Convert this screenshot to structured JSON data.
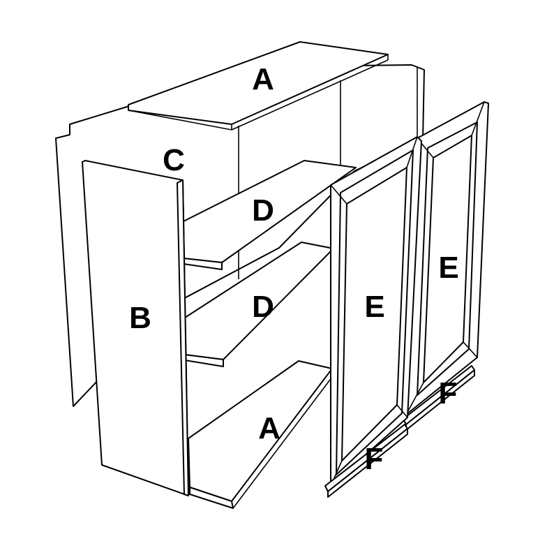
{
  "labels": {
    "top_panel": "A",
    "bottom_panel": "A",
    "side_panel": "B",
    "back_panel": "C",
    "upper_shelf": "D",
    "lower_shelf": "D",
    "left_door": "E",
    "right_door": "E",
    "left_door_rail": "F",
    "right_door_rail": "F"
  },
  "colors": {
    "line": "#000000",
    "fill": "#ffffff"
  }
}
